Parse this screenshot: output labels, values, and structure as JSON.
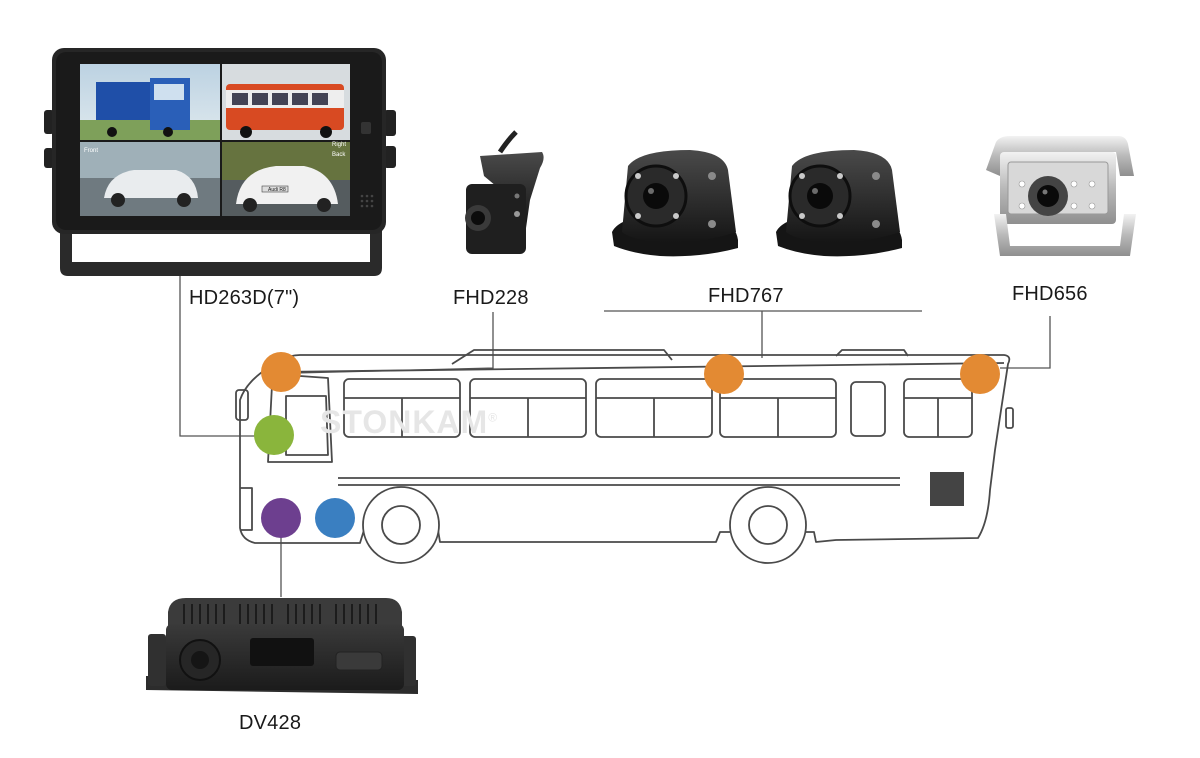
{
  "labels": {
    "monitor": "HD263D(7\")",
    "fhd228": "FHD228",
    "fhd767": "FHD767",
    "fhd656": "FHD656",
    "dvr": "DV428"
  },
  "watermark": {
    "text": "STONKAM",
    "mark": "®"
  },
  "monitor_overlay": {
    "front": "Front",
    "right": "Right",
    "back": "Back",
    "plate": "Audi R8"
  },
  "colors": {
    "camera_dot": "#e38a33",
    "monitor_dot": "#8ab53c",
    "dvr_dot": "#6d3f8f",
    "blue_dot": "#3a7fc1",
    "line": "#555555",
    "device_body": "#2b2b2b"
  }
}
